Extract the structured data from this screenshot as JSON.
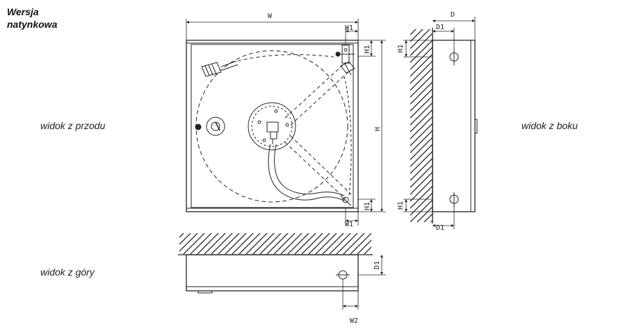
{
  "title": {
    "line1": "Wersja",
    "line2": "natynkowa"
  },
  "views": {
    "front": "widok z przodu",
    "side": "widok z boku",
    "top": "widok z góry"
  },
  "dimensions": {
    "W": "W",
    "W1": "W1",
    "W2": "W2",
    "H": "H",
    "H1": "H1",
    "D": "D",
    "D1": "D1"
  }
}
